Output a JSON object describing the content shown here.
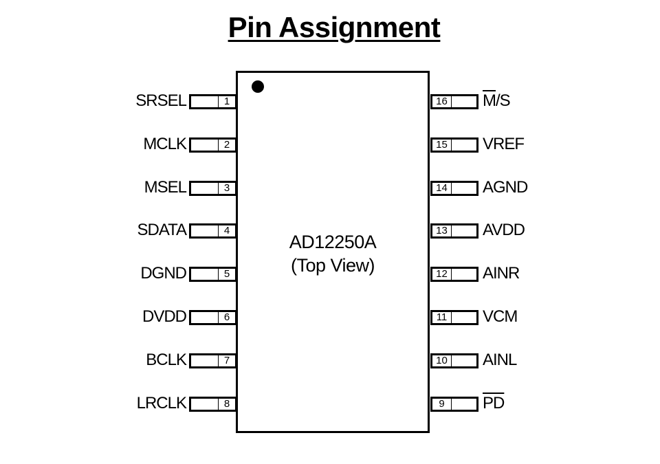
{
  "title": "Pin Assignment",
  "chip": {
    "name": "AD12250A",
    "view": "(Top View)"
  },
  "pins_left": [
    {
      "number": "1",
      "name": "SRSEL"
    },
    {
      "number": "2",
      "name": "MCLK"
    },
    {
      "number": "3",
      "name": "MSEL"
    },
    {
      "number": "4",
      "name": "SDATA"
    },
    {
      "number": "5",
      "name": "DGND"
    },
    {
      "number": "6",
      "name": "DVDD"
    },
    {
      "number": "7",
      "name": "BCLK"
    },
    {
      "number": "8",
      "name": "LRCLK"
    }
  ],
  "pins_right": [
    {
      "number": "16",
      "name_overline": "M",
      "name_rest": "/S"
    },
    {
      "number": "15",
      "name_overline": "",
      "name_rest": "VREF"
    },
    {
      "number": "14",
      "name_overline": "",
      "name_rest": "AGND"
    },
    {
      "number": "13",
      "name_overline": "",
      "name_rest": "AVDD"
    },
    {
      "number": "12",
      "name_overline": "",
      "name_rest": "AINR"
    },
    {
      "number": "11",
      "name_overline": "",
      "name_rest": "VCM"
    },
    {
      "number": "10",
      "name_overline": "",
      "name_rest": "AINL"
    },
    {
      "number": "9",
      "name_overline": "PD",
      "name_rest": ""
    }
  ]
}
